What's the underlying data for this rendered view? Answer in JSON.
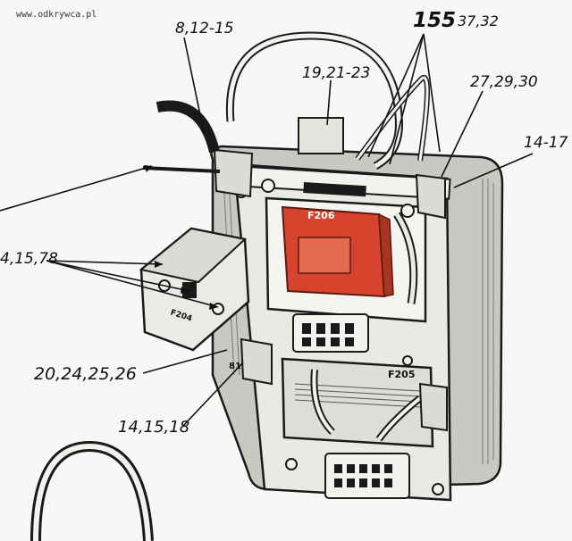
{
  "watermark": "www.odkrywca.pl",
  "callouts": {
    "c_8_12_15": "8,12-15",
    "c_155": "155",
    "c_37_32": "37,32",
    "c_19_21_23": "19,21-23",
    "c_27_29_30": "27,29,30",
    "c_14_17": "14-17",
    "c_15_18": "4,15,78",
    "c_20_26": "20,24,25,26",
    "c_14_15_18": "14,15,18"
  },
  "plates": {
    "f206": "F206",
    "f205": "F205",
    "f204": "F204",
    "b1": "81"
  },
  "colors": {
    "red_module": "#d8432e",
    "ink": "#1a1a1a",
    "paper": "#f7f7f5",
    "body_shade": "#c9c9c4"
  }
}
